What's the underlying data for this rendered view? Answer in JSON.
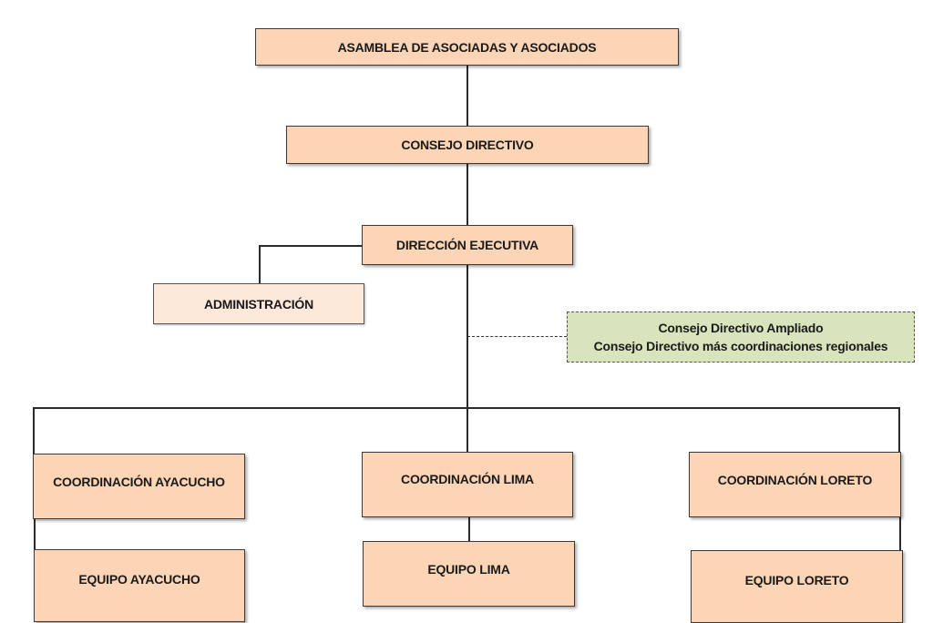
{
  "diagram": {
    "type": "org-chart",
    "nodes": {
      "asamblea": "ASAMBLEA DE ASOCIADAS Y ASOCIADOS",
      "consejo": "CONSEJO DIRECTIVO",
      "direccion": "DIRECCIÓN EJECUTIVA",
      "administracion": "ADMINISTRACIÓN",
      "coord_ayacucho": "COORDINACIÓN AYACUCHO",
      "coord_lima": "COORDINACIÓN LIMA",
      "coord_loreto": "COORDINACIÓN LORETO",
      "equipo_ayacucho": "EQUIPO AYACUCHO",
      "equipo_lima": "EQUIPO LIMA",
      "equipo_loreto": "EQUIPO LORETO"
    },
    "note": {
      "line1": "Consejo Directivo Ampliado",
      "line2": "Consejo Directivo más coordinaciones regionales"
    },
    "edges": [
      [
        "asamblea",
        "consejo"
      ],
      [
        "consejo",
        "direccion"
      ],
      [
        "direccion",
        "administracion"
      ],
      [
        "direccion",
        "coord_ayacucho"
      ],
      [
        "direccion",
        "coord_lima"
      ],
      [
        "direccion",
        "coord_loreto"
      ],
      [
        "coord_ayacucho",
        "equipo_ayacucho"
      ],
      [
        "coord_lima",
        "equipo_lima"
      ],
      [
        "coord_loreto",
        "equipo_loreto"
      ]
    ],
    "colors": {
      "box_fill": "#fbd5b5",
      "admin_fill": "#fde9d9",
      "note_fill": "#d7e4bc"
    }
  }
}
